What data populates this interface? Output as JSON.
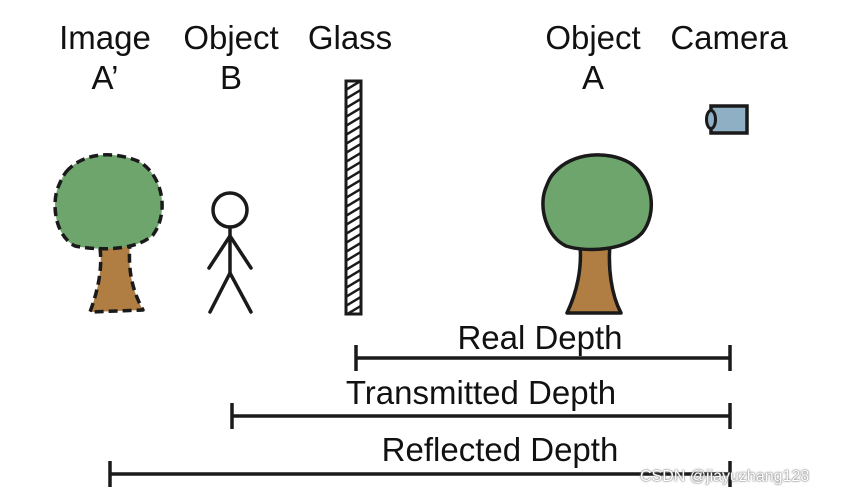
{
  "labels": {
    "image_a_line1": "Image",
    "image_a_line2": "A’",
    "object_b_line1": "Object",
    "object_b_line2": "B",
    "glass": "Glass",
    "object_a_line1": "Object",
    "object_a_line2": "A",
    "camera": "Camera"
  },
  "depths": {
    "real": "Real Depth",
    "transmitted": "Transmitted Depth",
    "reflected": "Reflected Depth"
  },
  "watermark": "CSDN @jiayuzhang128",
  "colors": {
    "ink": "#1a1a1a",
    "foliage": "#6ea56c",
    "trunk": "#b07e42",
    "camera_body": "#8fb0c4"
  }
}
